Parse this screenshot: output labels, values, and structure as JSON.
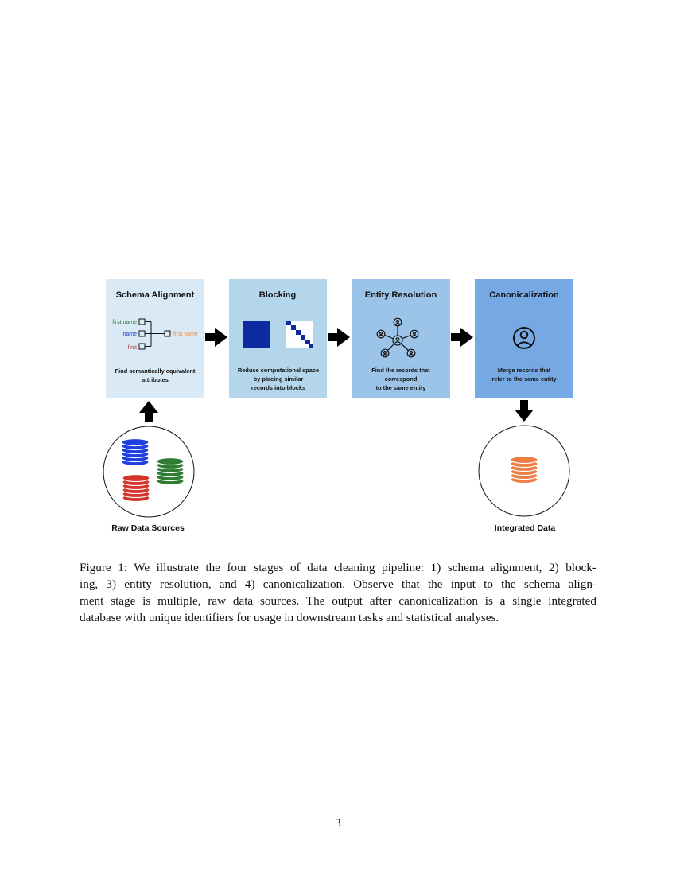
{
  "figure": {
    "stages": [
      {
        "title": "Schema Alignment",
        "desc": [
          "Find semantically equivalent",
          "attributes"
        ],
        "color": "#d9e9f5"
      },
      {
        "title": "Blocking",
        "desc": [
          "Reduce computational space",
          "by placing similar",
          "records into blocks"
        ],
        "color": "#b3d6ea"
      },
      {
        "title": "Entity Resolution",
        "desc": [
          "Find the records that",
          "correspond",
          "to the same entity"
        ],
        "color": "#9cc3e8"
      },
      {
        "title": "Canonicalization",
        "desc": [
          "Merge records that",
          "refer to the same entity"
        ],
        "color": "#76a8e4"
      }
    ],
    "schema_attributes": [
      {
        "label": "first name",
        "color": "#2e7d32"
      },
      {
        "label": "name",
        "color": "#1b3bd6"
      },
      {
        "label": "first",
        "color": "#d32f2f"
      }
    ],
    "schema_output_attribute": {
      "label": "first name",
      "color": "#f08a4b"
    },
    "raw_sources_label": "Raw Data Sources",
    "integrated_label": "Integrated Data",
    "colors": {
      "blue_db": "#1f3fe0",
      "green_db": "#2e7d32",
      "red_db": "#d3342b",
      "orange_db": "#ee7d45",
      "block_navy": "#0d2a9e",
      "arrow": "#000000"
    }
  },
  "caption": {
    "lines": [
      "Figure 1:  We illustrate the four stages of data cleaning pipeline:  1) schema alignment, 2) block-",
      "ing, 3) entity resolution, and 4) canonicalization. Observe that the input to the schema align-",
      "ment stage is multiple, raw data sources. The output after canonicalization is a single integrated",
      "database with unique identifiers for usage in downstream tasks and statistical analyses."
    ]
  },
  "page_number": "3"
}
